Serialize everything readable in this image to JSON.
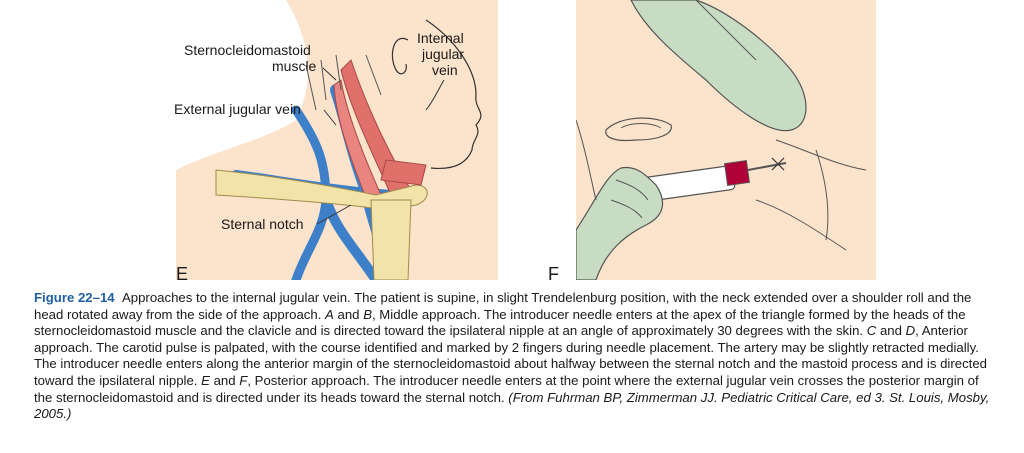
{
  "panel_e": {
    "letter": "E",
    "labels": {
      "scm_line1": "Sternocleidomastoid",
      "scm_line2": "muscle",
      "ij_line1": "Internal",
      "ij_line2": "jugular",
      "ij_line3": "vein",
      "ej": "External jugular vein",
      "notch": "Sternal notch"
    }
  },
  "panel_f": {
    "letter": "F"
  },
  "caption": {
    "figure_label": "Figure 22–14",
    "p1": "Approaches to the internal jugular vein. The patient is supine, in slight Trendelenburg position, with the neck extended over a shoulder roll and the head rotated away from the side of the approach. ",
    "a_b": "A",
    "and1": " and ",
    "b": "B",
    "p2": ", Middle approach. The introducer needle enters at the apex of the triangle formed by the heads of the sternocleidomastoid muscle and the clavicle and is directed toward the ipsilateral nipple at an angle of approximately 30 degrees with the skin. ",
    "c": "C",
    "and2": " and ",
    "d": "D",
    "p3": ", Anterior approach. The carotid pulse is palpated, with the course identified and marked by 2 fingers during needle placement. The artery may be slightly retracted medially. The introducer needle enters along the anterior margin of the sternocleidomastoid about halfway between the sternal notch and the mastoid process and is directed toward the ipsilateral nipple. ",
    "e": "E",
    "and3": " and ",
    "f": "F",
    "p4": ", Posterior approach. The introducer needle enters at the point where the external jugular vein crosses the posterior margin of the sternocleidomastoid and is directed under its heads toward the sternal notch. ",
    "source": "(From Fuhrman BP, Zimmerman JJ. Pediatric Critical Care, ed 3. St. Louis, Mosby, 2005.)"
  },
  "colors": {
    "skin": "#fbe3cc",
    "vein": "#3d7fc9",
    "muscle": "#e0706a",
    "bone": "#f2e4a8",
    "glove": "#c8dcc4",
    "syringe_red": "#b0003a"
  }
}
